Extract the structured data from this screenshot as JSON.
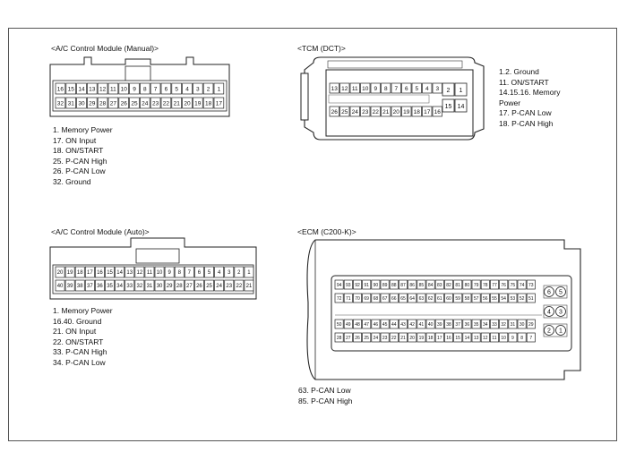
{
  "manual": {
    "title": "<A/C Control Module (Manual)>",
    "top_row": [
      "16",
      "15",
      "14",
      "13",
      "12",
      "11",
      "10",
      "9",
      "8",
      "7",
      "6",
      "5",
      "4",
      "3",
      "2",
      "1"
    ],
    "bottom_row": [
      "32",
      "31",
      "30",
      "29",
      "28",
      "27",
      "26",
      "25",
      "24",
      "23",
      "22",
      "21",
      "20",
      "19",
      "18",
      "17"
    ],
    "notes": [
      "1. Memory Power",
      "17. ON Input",
      "18. ON/START",
      "25. P-CAN High",
      "26. P-CAN Low",
      "32. Ground"
    ]
  },
  "tcm": {
    "title": "<TCM (DCT)>",
    "top_row": [
      "13",
      "12",
      "11",
      "10",
      "9",
      "8",
      "7",
      "6",
      "5",
      "4",
      "3"
    ],
    "bottom_row": [
      "26",
      "25",
      "24",
      "23",
      "22",
      "21",
      "20",
      "19",
      "18",
      "17",
      "16"
    ],
    "big_pins": [
      "2",
      "1",
      "15",
      "14"
    ],
    "notes": [
      "1.2. Ground",
      "11. ON/START",
      "14.15.16. Memory",
      "Power",
      "17. P-CAN Low",
      "18. P-CAN High"
    ]
  },
  "auto": {
    "title": "<A/C Control Module (Auto)>",
    "top_row": [
      "20",
      "19",
      "18",
      "17",
      "16",
      "15",
      "14",
      "13",
      "12",
      "11",
      "10",
      "9",
      "8",
      "7",
      "6",
      "5",
      "4",
      "3",
      "2",
      "1"
    ],
    "bottom_row": [
      "40",
      "39",
      "38",
      "37",
      "36",
      "35",
      "34",
      "33",
      "32",
      "31",
      "30",
      "29",
      "28",
      "27",
      "26",
      "25",
      "24",
      "23",
      "22",
      "21"
    ],
    "notes": [
      "1. Memory Power",
      "16.40. Ground",
      "21. ON Input",
      "22. ON/START",
      "33. P-CAN High",
      "34. P-CAN Low"
    ]
  },
  "ecm": {
    "title": "<ECM (C200-K)>",
    "row1": [
      "94",
      "93",
      "92",
      "91",
      "90",
      "89",
      "88",
      "87",
      "86",
      "85",
      "84",
      "83",
      "82",
      "81",
      "80",
      "79",
      "78",
      "77",
      "76",
      "75",
      "74",
      "73"
    ],
    "row2": [
      "72",
      "71",
      "70",
      "69",
      "68",
      "67",
      "66",
      "65",
      "64",
      "63",
      "62",
      "61",
      "60",
      "59",
      "58",
      "57",
      "56",
      "55",
      "54",
      "53",
      "52",
      "51"
    ],
    "row3": [
      "50",
      "49",
      "48",
      "47",
      "46",
      "45",
      "44",
      "43",
      "42",
      "41",
      "40",
      "39",
      "38",
      "37",
      "36",
      "35",
      "34",
      "33",
      "32",
      "31",
      "30",
      "29"
    ],
    "row4": [
      "28",
      "27",
      "26",
      "25",
      "24",
      "23",
      "22",
      "21",
      "20",
      "19",
      "18",
      "17",
      "16",
      "15",
      "14",
      "13",
      "12",
      "11",
      "10",
      "9",
      "8",
      "7"
    ],
    "side_pins": [
      "6",
      "5",
      "4",
      "3",
      "2",
      "1"
    ],
    "notes": [
      "63. P-CAN Low",
      "85. P-CAN High"
    ]
  }
}
